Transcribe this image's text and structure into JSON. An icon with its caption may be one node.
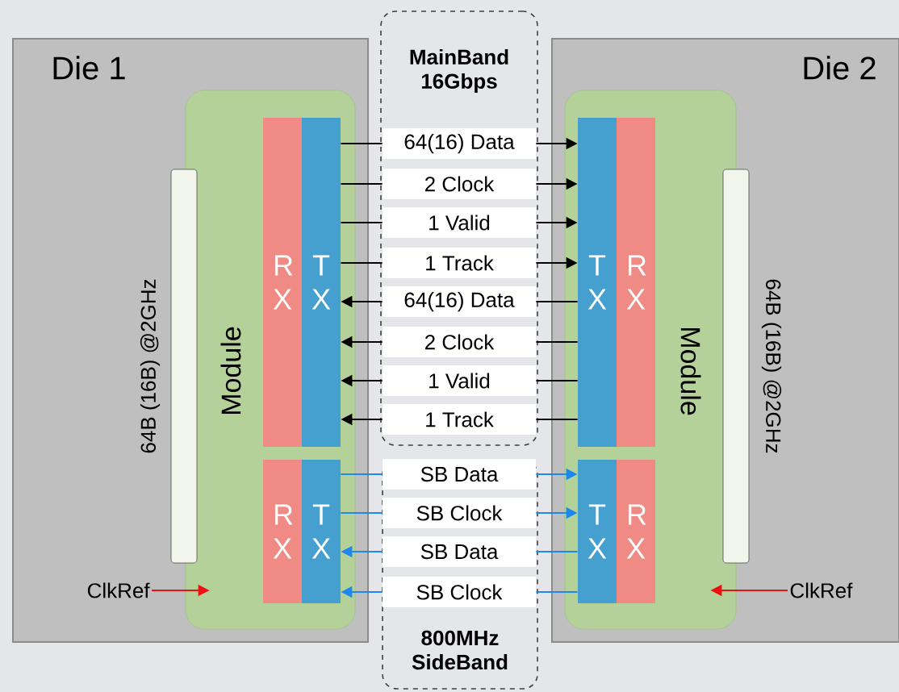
{
  "diagram": {
    "nodes": [
      {
        "text": [
          "MainBand 16Gbps"
        ]
      },
      {
        "text": [
          "Die 1"
        ]
      },
      {
        "text": [
          "Module"
        ],
        "in": 1
      },
      {
        "text": [],
        "shape": "bar",
        "in": 1,
        "beside": [
          "64B (16B) @2GHz"
        ]
      },
      {
        "text": [
          "R X"
        ],
        "in": 2
      },
      {
        "text": [
          "T X"
        ],
        "in": 2
      },
      {
        "text": [
          "R X"
        ],
        "in": 2
      },
      {
        "text": [
          "T X"
        ],
        "in": 2
      },
      {
        "text": [
          "ClkRef"
        ],
        "in": 1
      },
      {
        "text": [
          "Die 2"
        ]
      },
      {
        "text": [
          "Module"
        ],
        "in": 9
      },
      {
        "text": [
          "T X"
        ],
        "in": 10
      },
      {
        "text": [
          "R X"
        ],
        "in": 10
      },
      {
        "text": [
          "T X"
        ],
        "in": 10
      },
      {
        "text": [
          "R X"
        ],
        "in": 10
      },
      {
        "text": [],
        "shape": "bar",
        "in": 9,
        "beside": [
          "64B (16B) @2GHz"
        ]
      },
      {
        "text": [
          "ClkRef"
        ],
        "in": 9
      },
      {
        "text": [
          "800MHz SideBand"
        ]
      },
      {
        "text": [
          "64(16) Data"
        ],
        "in": 0
      },
      {
        "text": [
          "2 Clock"
        ],
        "in": 0
      },
      {
        "text": [
          "1 Valid"
        ],
        "in": 0
      },
      {
        "text": [
          "1 Track"
        ],
        "in": 0
      },
      {
        "text": [
          "64(16) Data"
        ],
        "in": 0
      },
      {
        "text": [
          "2 Clock"
        ],
        "in": 0
      },
      {
        "text": [
          "1 Valid"
        ],
        "in": 0
      },
      {
        "text": [
          "1 Track"
        ],
        "in": 0
      },
      {
        "text": [
          "SB Data"
        ],
        "in": 17
      },
      {
        "text": [
          "SB Clock"
        ],
        "in": 17
      },
      {
        "text": [
          "SB Data"
        ],
        "in": 17
      },
      {
        "text": [
          "SB Clock"
        ],
        "in": 17
      }
    ],
    "edges": [
      {
        "from": 5,
        "to": 18,
        "arrow": "none"
      },
      {
        "from": 18,
        "to": 11,
        "arrow": "to"
      },
      {
        "from": 5,
        "to": 19,
        "arrow": "none"
      },
      {
        "from": 19,
        "to": 11,
        "arrow": "to"
      },
      {
        "from": 5,
        "to": 20,
        "arrow": "none"
      },
      {
        "from": 20,
        "to": 11,
        "arrow": "to"
      },
      {
        "from": 5,
        "to": 21,
        "arrow": "none"
      },
      {
        "from": 21,
        "to": 11,
        "arrow": "to"
      },
      {
        "from": 11,
        "to": 22,
        "arrow": "none"
      },
      {
        "from": 22,
        "to": 5,
        "arrow": "to"
      },
      {
        "from": 11,
        "to": 23,
        "arrow": "none"
      },
      {
        "from": 23,
        "to": 5,
        "arrow": "to"
      },
      {
        "from": 11,
        "to": 24,
        "arrow": "none"
      },
      {
        "from": 24,
        "to": 5,
        "arrow": "to"
      },
      {
        "from": 11,
        "to": 25,
        "arrow": "none"
      },
      {
        "from": 25,
        "to": 5,
        "arrow": "to"
      },
      {
        "from": 7,
        "to": 26,
        "arrow": "none",
        "color": "#1e88f0"
      },
      {
        "from": 26,
        "to": 13,
        "arrow": "to",
        "color": "#1e88f0"
      },
      {
        "from": 7,
        "to": 27,
        "arrow": "none",
        "color": "#1e88f0"
      },
      {
        "from": 27,
        "to": 13,
        "arrow": "to",
        "color": "#1e88f0"
      },
      {
        "from": 13,
        "to": 28,
        "arrow": "none",
        "color": "#1e88f0"
      },
      {
        "from": 28,
        "to": 7,
        "arrow": "to",
        "color": "#1e88f0"
      },
      {
        "from": 13,
        "to": 29,
        "arrow": "none",
        "color": "#1e88f0"
      },
      {
        "from": 29,
        "to": 7,
        "arrow": "to",
        "color": "#1e88f0"
      },
      {
        "from": 8,
        "to": 2,
        "arrow": "to",
        "color": "#ee1111"
      },
      {
        "from": 16,
        "to": 10,
        "arrow": "to",
        "color": "#ee1111"
      }
    ]
  }
}
